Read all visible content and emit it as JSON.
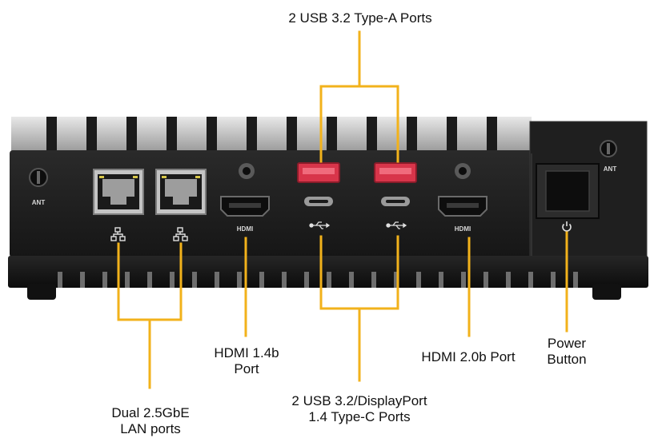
{
  "callouts": {
    "usb_a": "2 USB 3.2 Type-A Ports",
    "lan": [
      "Dual 2.5GbE",
      "LAN ports"
    ],
    "hdmi14": [
      "HDMI 1.4b",
      "Port"
    ],
    "usb_c": [
      "2 USB 3.2/DisplayPort",
      "1.4 Type-C  Ports"
    ],
    "hdmi20": "HDMI 2.0b Port",
    "power": [
      "Power",
      "Button"
    ]
  },
  "panel_labels": {
    "ant_left": "ANT",
    "ant_right": "ANT",
    "hdmi_left": "HDMI",
    "hdmi_right": "HDMI"
  },
  "colors": {
    "leader_line": "#f2b21b",
    "chassis": "#1d1d1d",
    "usb_a_port": "#d8354a",
    "background": "#ffffff"
  },
  "icons": [
    "network-icon",
    "usb-icon",
    "power-icon"
  ]
}
